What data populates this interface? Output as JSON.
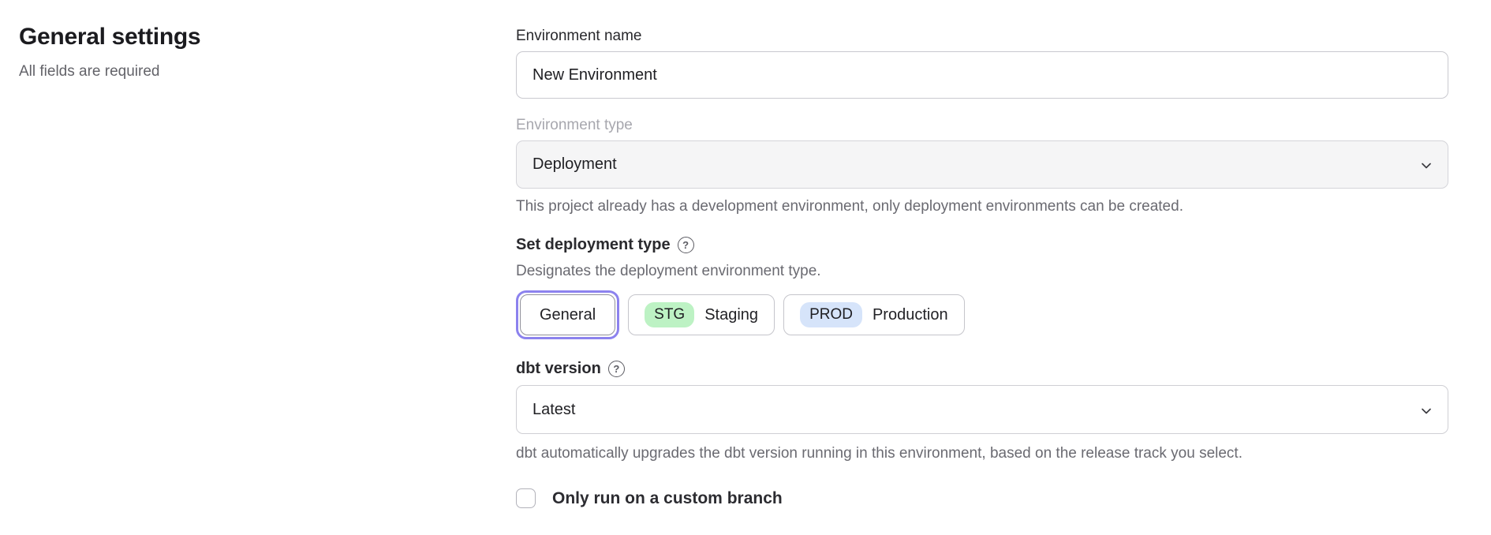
{
  "header": {
    "title": "General settings",
    "subtitle": "All fields are required"
  },
  "form": {
    "environment_name": {
      "label": "Environment name",
      "value": "New Environment"
    },
    "environment_type": {
      "label": "Environment type",
      "value": "Deployment",
      "disabled": true,
      "helper": "This project already has a development environment, only deployment environments can be created."
    },
    "deployment_type": {
      "label": "Set deployment type",
      "helper": "Designates the deployment environment type.",
      "options": [
        {
          "label": "General",
          "selected": true
        },
        {
          "badge": "STG",
          "label": "Staging",
          "badge_color": "#bdf2c4",
          "selected": false
        },
        {
          "badge": "PROD",
          "label": "Production",
          "badge_color": "#d6e4fa",
          "selected": false
        }
      ]
    },
    "dbt_version": {
      "label": "dbt version",
      "value": "Latest",
      "helper": "dbt automatically upgrades the dbt version running in this environment, based on the release track you select."
    },
    "custom_branch": {
      "label": "Only run on a custom branch",
      "checked": false
    }
  },
  "icons": {
    "help": "?"
  },
  "colors": {
    "accent_selected_ring": "#8c82ee",
    "staging_badge_bg": "#bdf2c4",
    "production_badge_bg": "#d6e4fa",
    "disabled_field_bg": "#f5f5f6",
    "helper_text": "#6a6a71"
  }
}
